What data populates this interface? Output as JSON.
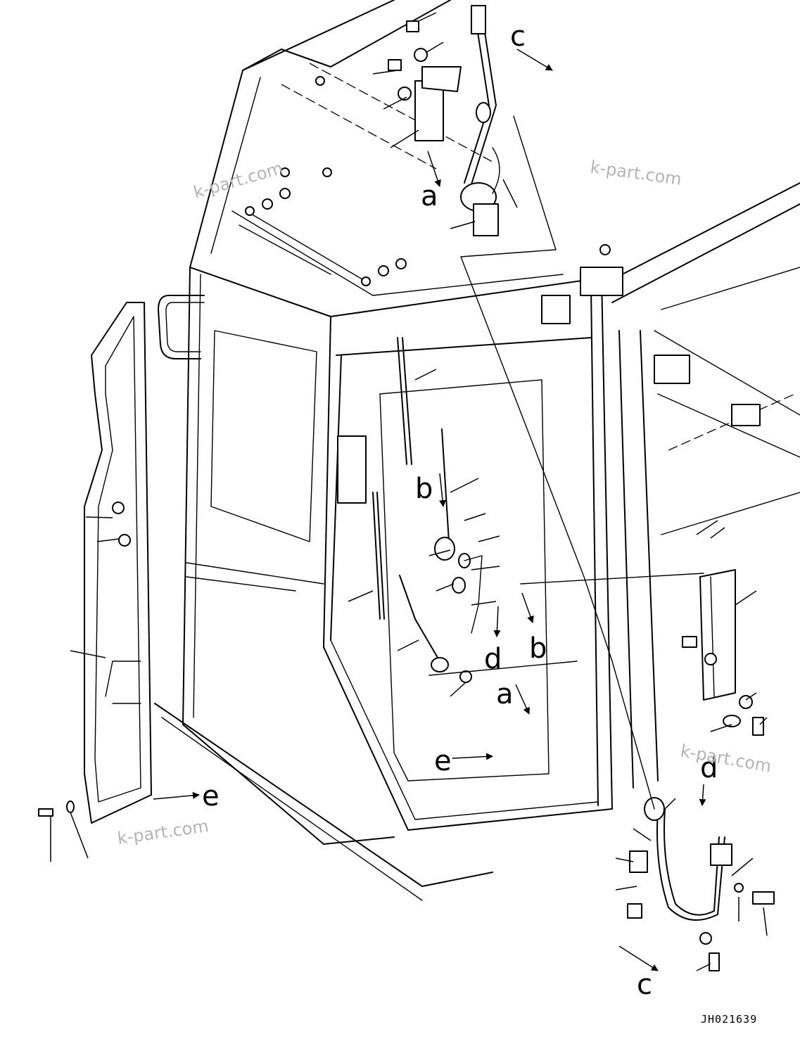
{
  "labels": {
    "a": "a",
    "b": "b",
    "c": "c",
    "d": "d",
    "e": "e"
  },
  "watermark": "k-part.com",
  "drawing_code": "JH021639"
}
